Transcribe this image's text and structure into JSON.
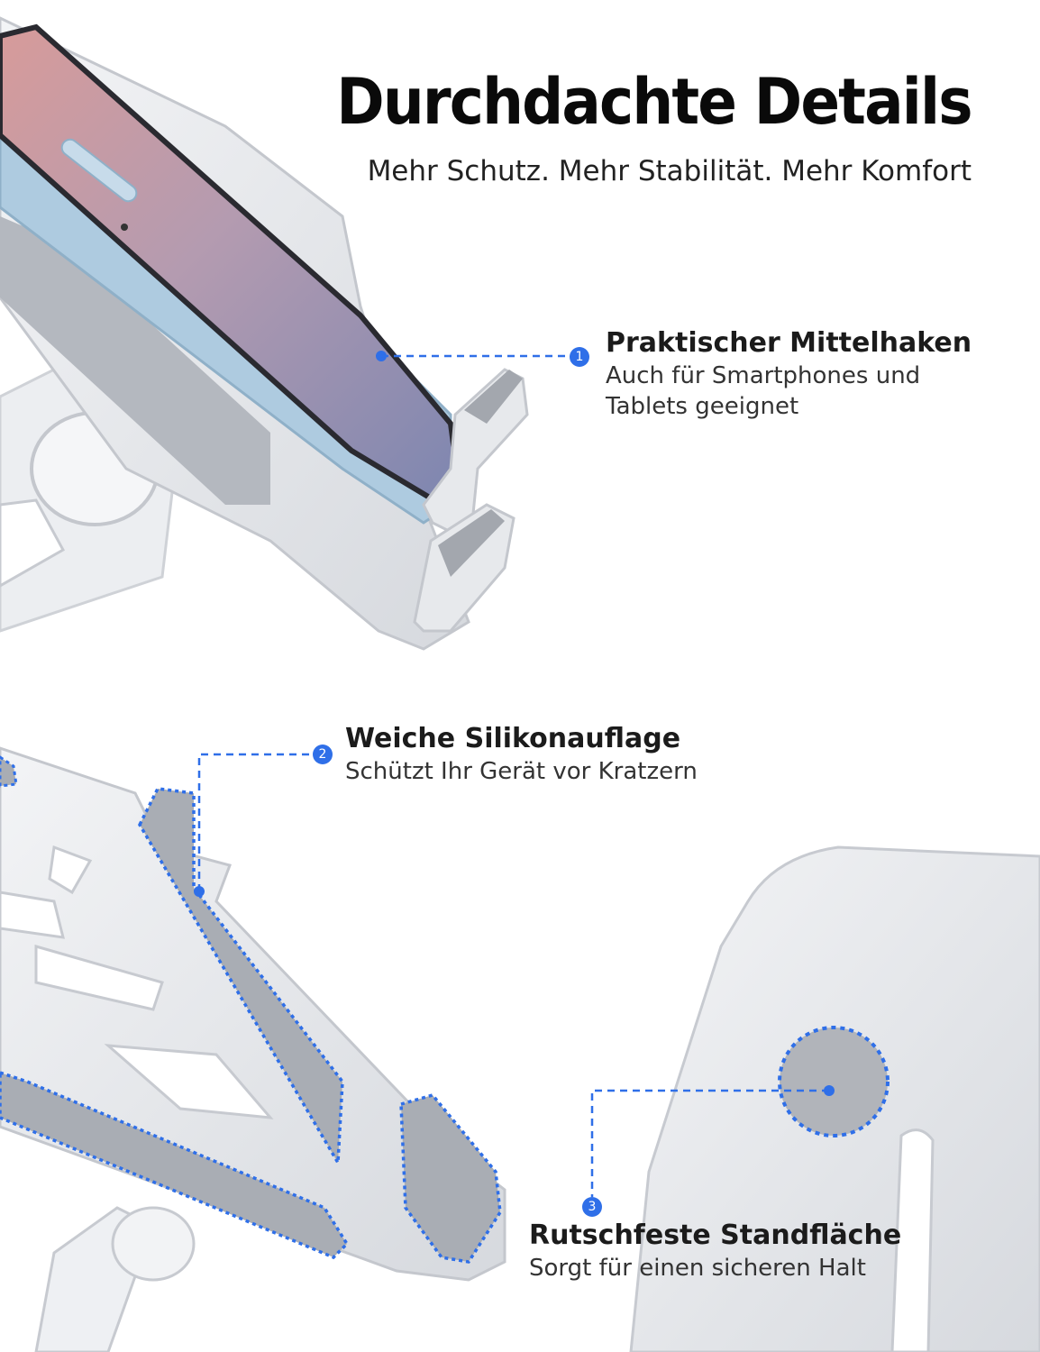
{
  "header": {
    "title": "Durchdachte Details",
    "subtitle": "Mehr Schutz. Mehr Stabilität. Mehr Komfort"
  },
  "callouts": [
    {
      "number": "1",
      "title": "Praktischer Mittelhaken",
      "description_lines": [
        "Auch für Smartphones und",
        "Tablets geeignet"
      ]
    },
    {
      "number": "2",
      "title": "Weiche Silikonauflage",
      "description_lines": [
        "Schützt Ihr Gerät vor Kratzern"
      ]
    },
    {
      "number": "3",
      "title": "Rutschfeste Standfläche",
      "description_lines": [
        "Sorgt für einen sicheren Halt"
      ]
    }
  ],
  "colors": {
    "accent": "#2f6fe8",
    "aluminum": "#e4e6ea",
    "aluminum_dark": "#c9ccd2",
    "silicone": "#a9adb4",
    "screen": "#8f8fb4",
    "text": "#111111"
  },
  "icons": [
    "phone-image",
    "stand-image",
    "stand-base-image"
  ]
}
